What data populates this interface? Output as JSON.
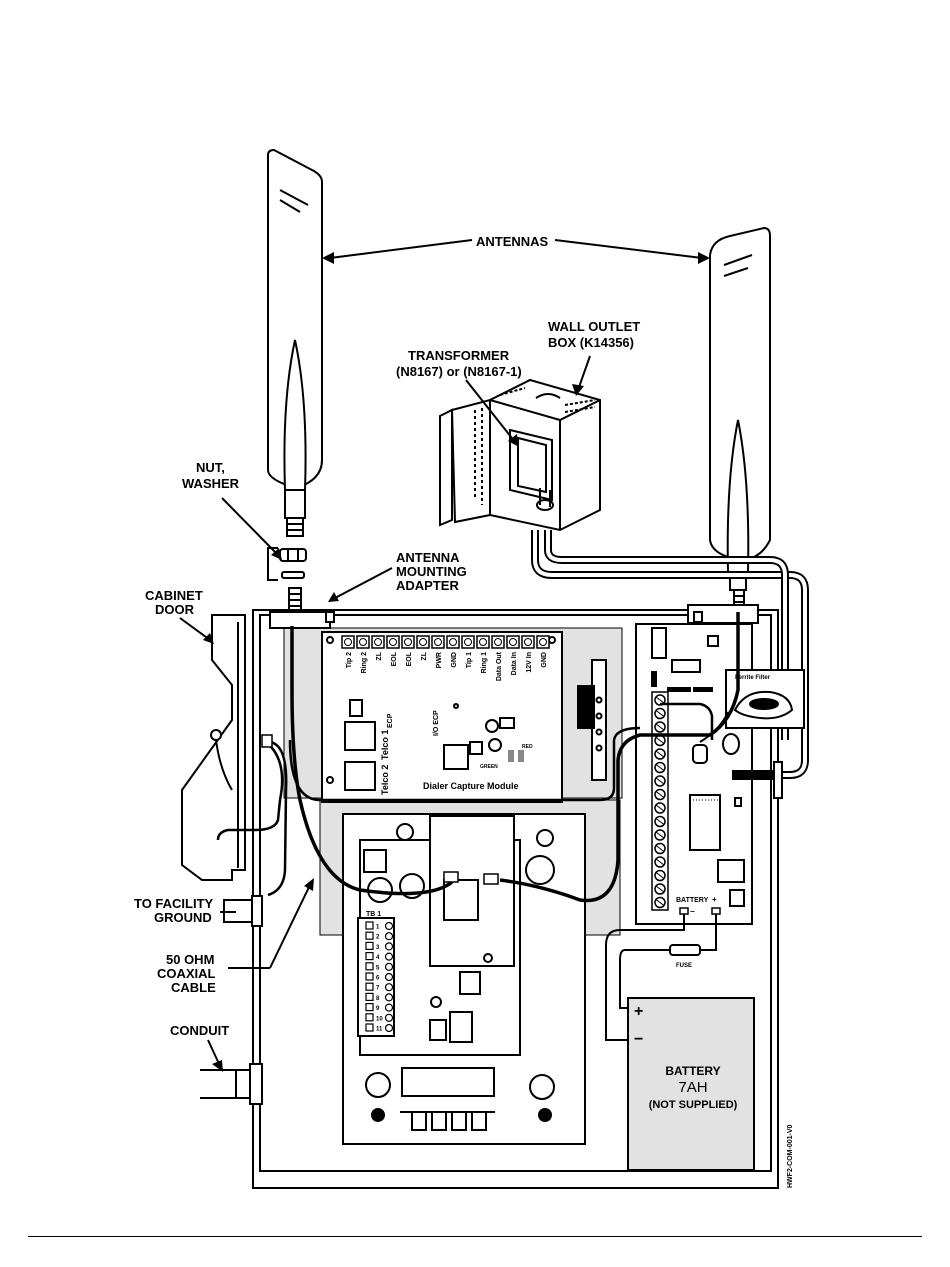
{
  "labels": {
    "antennas": "ANTENNAS",
    "wall_outlet_1": "WALL OUTLET",
    "wall_outlet_2": "BOX (K14356)",
    "transformer_1": "TRANSFORMER",
    "transformer_2": "(N8167) or (N8167-1)",
    "nut_1": "NUT,",
    "nut_2": "WASHER",
    "adapter_1": "ANTENNA",
    "adapter_2": "MOUNTING",
    "adapter_3": "ADAPTER",
    "cabinet_1": "CABINET",
    "cabinet_2": "DOOR",
    "ground_1": "TO FACILITY",
    "ground_2": "GROUND",
    "coax_1": "50 OHM",
    "coax_2": "COAXIAL",
    "coax_3": "CABLE",
    "conduit": "CONDUIT",
    "battery_1": "BATTERY",
    "battery_2": "7AH",
    "battery_3": "(NOT SUPPLIED)",
    "plus": "+",
    "minus": "−",
    "fuse": "FUSE",
    "battery_small": "BATTERY",
    "ferrite": "Ferrite Filter",
    "dialer": "Dialer Capture Module",
    "telco1": "Telco 1",
    "telco2": "Telco 2",
    "ecp": "ECP",
    "ioecp": "I/O ECP",
    "red": "RED",
    "green": "GREEN",
    "tb1": "TB 1",
    "fig_code": "HWF2-COM-001-V0"
  },
  "terminal_labels": [
    "Tip 2",
    "Ring 2",
    "ZL",
    "EOL",
    "EOL",
    "ZL",
    "PWR",
    "GND",
    "Tip 1",
    "Ring 1",
    "Data Out",
    "Data In",
    "12V In",
    "GND"
  ],
  "tb_numbers": [
    "1",
    "2",
    "3",
    "4",
    "5",
    "6",
    "7",
    "8",
    "9",
    "10",
    "11"
  ]
}
